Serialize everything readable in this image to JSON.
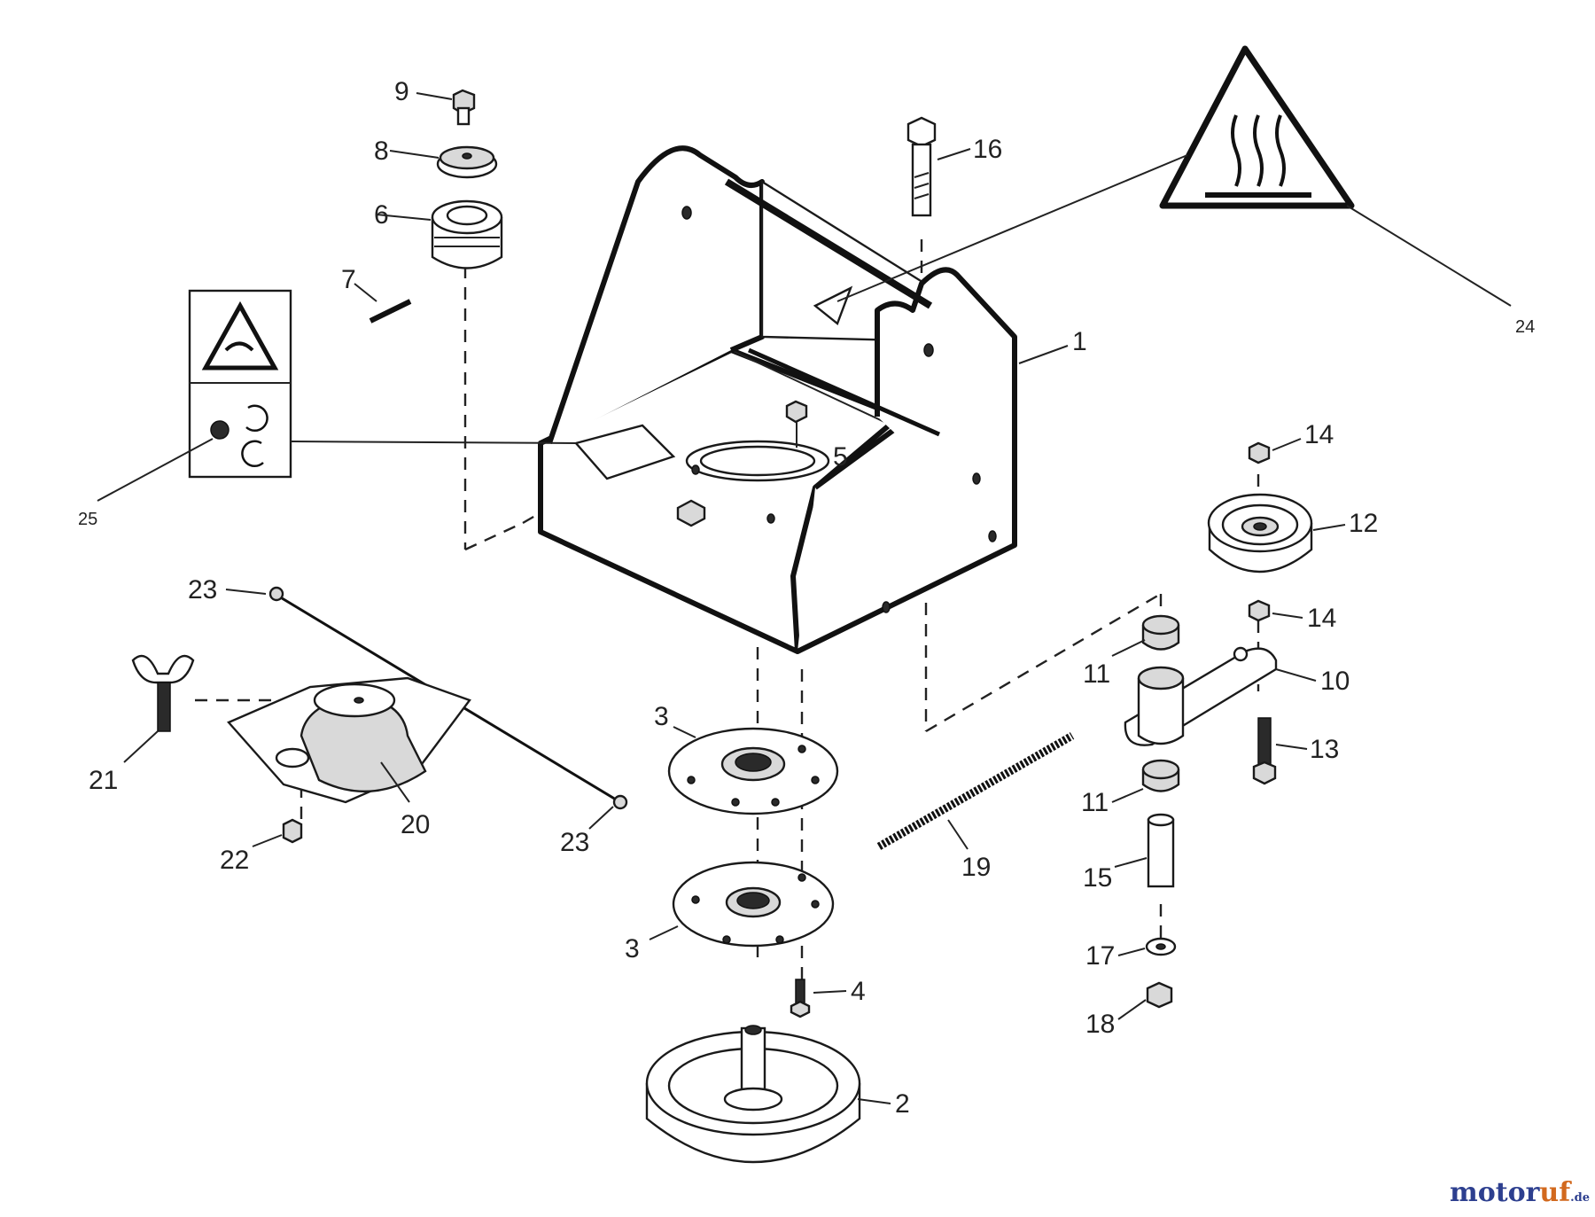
{
  "callouts": {
    "p1": "1",
    "p2": "2",
    "p3a": "3",
    "p3b": "3",
    "p4": "4",
    "p5": "5",
    "p6": "6",
    "p7": "7",
    "p8": "8",
    "p9": "9",
    "p10": "10",
    "p11a": "11",
    "p11b": "11",
    "p12": "12",
    "p13": "13",
    "p14a": "14",
    "p14b": "14",
    "p15": "15",
    "p16": "16",
    "p17": "17",
    "p18": "18",
    "p19": "19",
    "p20": "20",
    "p21": "21",
    "p22": "22",
    "p23a": "23",
    "p23b": "23",
    "p24": "24",
    "p25": "25"
  },
  "watermark": {
    "brand": "motor",
    "accent": "uf",
    "suffix": ".de"
  },
  "colors": {
    "line": "#1a1a1a",
    "brand": "#2d3f8f",
    "accent": "#d2691e"
  }
}
